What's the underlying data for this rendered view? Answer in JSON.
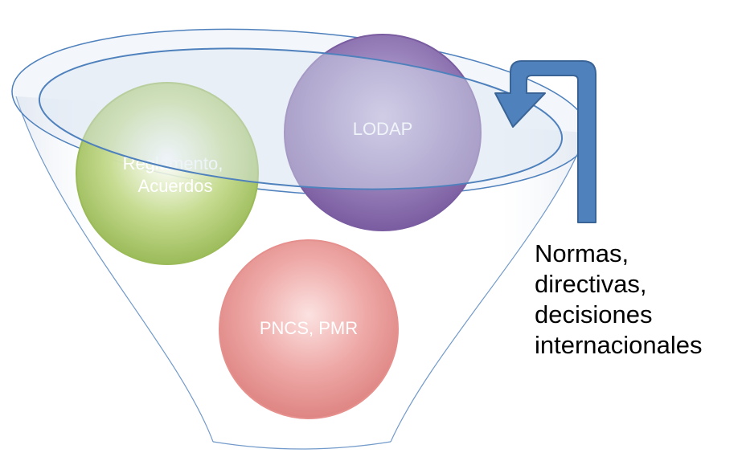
{
  "funnel": {
    "circles": [
      {
        "label_lines": [
          "Reglamento,",
          "Acuerdos"
        ],
        "color": "#9BBB59"
      },
      {
        "label_lines": [
          "LODAP"
        ],
        "color": "#8064A2"
      },
      {
        "label_lines": [
          "PNCS, PMR"
        ],
        "color": "#E6908E"
      }
    ]
  },
  "side_note": {
    "lines": [
      "Normas,",
      "directivas,",
      "decisiones",
      "internacionales"
    ]
  },
  "colors": {
    "funnel_outline": "#4F81BD",
    "arrow_fill": "#4F81BD",
    "arrow_stroke": "#3A6496",
    "rim_fill": "#DCE6F2"
  },
  "icons": {
    "feedback_arrow": "u-turn-arrow-icon"
  }
}
